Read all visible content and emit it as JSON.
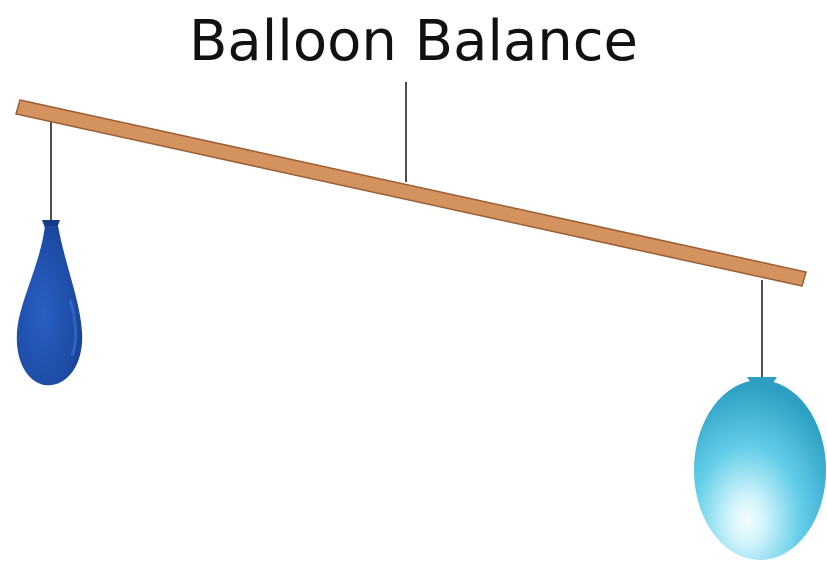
{
  "title": "Balloon Balance",
  "colors": {
    "rod_fill": "#D4925E",
    "rod_edge": "#9A5E34",
    "string": "#222222",
    "balloon_left": "#1E4CA6",
    "balloon_left_dark": "#173C86",
    "balloon_right": "#53C6E4",
    "balloon_right_light": "#CFF3FB",
    "balloon_right_dark": "#2C9FC2"
  },
  "objects": {
    "rod": "wooden-rod",
    "left_balloon": "deflated-balloon",
    "right_balloon": "inflated-balloon"
  }
}
